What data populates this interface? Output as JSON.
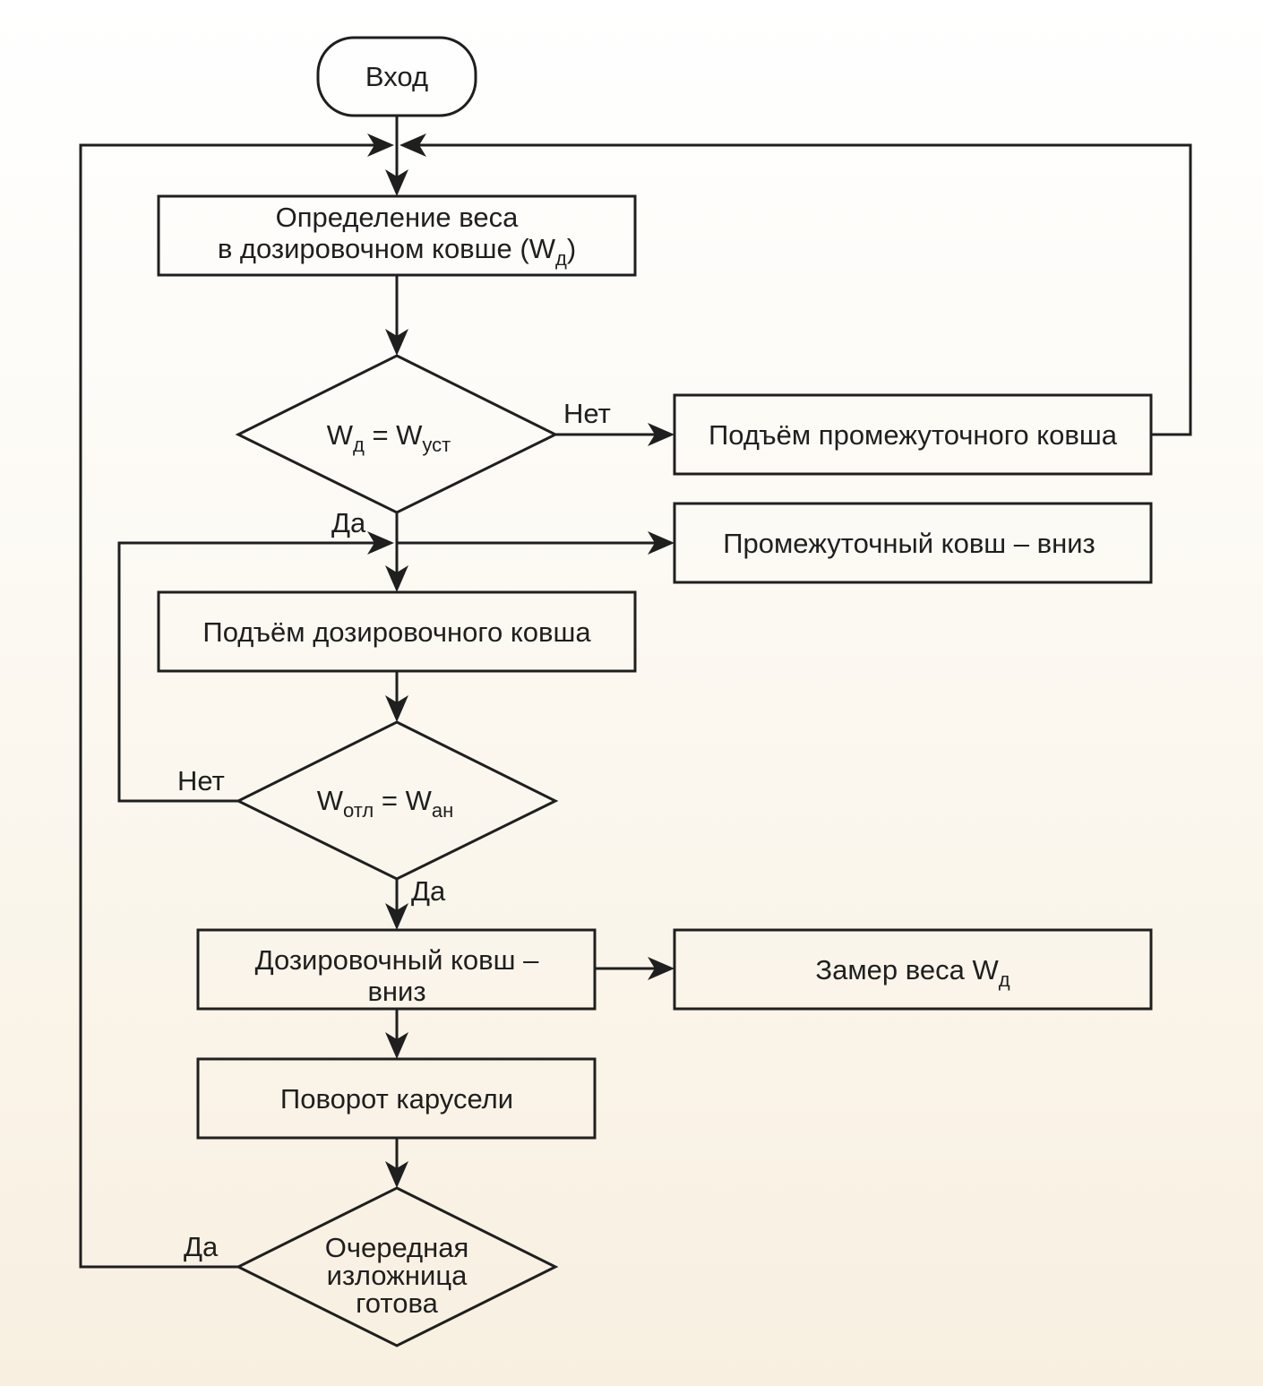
{
  "flowchart": {
    "start": "Вход",
    "weight_determination": {
      "line1": "Определение веса",
      "line2_prefix": "в дозировочном ковше (W",
      "line2_sub": "д",
      "line2_suffix": ")"
    },
    "decision_weight": {
      "w1": "W",
      "w1_sub": "д",
      "eq": " = W",
      "w2_sub": "уст"
    },
    "raise_intermediate": "Подъём промежуточного ковша",
    "intermediate_down": "Промежуточный ковш – вниз",
    "raise_dosing": "Подъём дозировочного ковша",
    "decision_deviation": {
      "w1": "W",
      "w1_sub": "отл",
      "eq": " = W",
      "w2_sub": "ан"
    },
    "dosing_down": {
      "line1": "Дозировочный ковш –",
      "line2": "вниз"
    },
    "measure_weight": {
      "prefix": "Замер веса W",
      "sub": "д"
    },
    "rotate_carousel": "Поворот карусели",
    "next_mold_ready": {
      "line1": "Очередная",
      "line2": "изложница",
      "line3": "готова"
    },
    "labels": {
      "no_1": "Нет",
      "yes_1": "Да",
      "no_2": "Нет",
      "yes_2": "Да",
      "yes_3": "Да"
    }
  }
}
